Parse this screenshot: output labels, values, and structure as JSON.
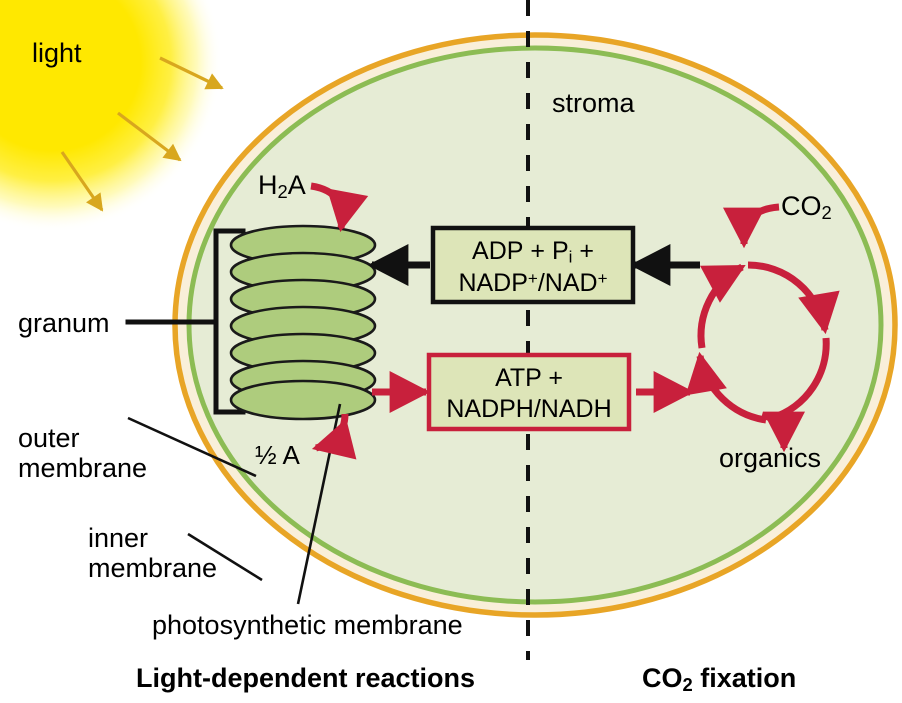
{
  "figure": {
    "title_left": "Light-dependent reactions",
    "title_right": "CO2 fixation",
    "title_right_parts": {
      "pre": "CO",
      "sub": "2",
      "post": " fixation"
    }
  },
  "sun": {
    "label": "light",
    "core_color": "#FFE800",
    "ray_color": "#D8A71E",
    "ray_count": 3
  },
  "chloroplast": {
    "outer_membrane_color": "#E8A526",
    "intermembrane_color": "#F9EFD9",
    "inner_membrane_color": "#8CBC54",
    "stroma_fill": "#E6ECD5",
    "stroma_label": "stroma"
  },
  "granum": {
    "label": "granum",
    "thylakoid_fill": "#AECC7D",
    "thylakoid_stroke": "#1A1A1A",
    "disc_count": 7
  },
  "labels": {
    "outer_membrane": "outer\nmembrane",
    "outer_membrane_line1": "outer",
    "outer_membrane_line2": "membrane",
    "inner_membrane_line1": "inner",
    "inner_membrane_line2": "membrane",
    "photosynthetic_membrane": "photosynthetic membrane"
  },
  "reactants": {
    "h2a": {
      "pre": "H",
      "sub": "2",
      "post": "A"
    },
    "half_a": "½ A",
    "co2": {
      "pre": "CO",
      "sub": "2"
    },
    "organics": "organics"
  },
  "boxes": [
    {
      "id": "adp-box",
      "border_color": "#111111",
      "fill": "#DDE5B8",
      "line1": {
        "segments": [
          {
            "t": "ADP + P",
            "kind": "plain"
          },
          {
            "t": "i",
            "kind": "sub"
          },
          {
            "t": " +",
            "kind": "plain"
          }
        ]
      },
      "line2": {
        "segments": [
          {
            "t": "NADP",
            "kind": "plain"
          },
          {
            "t": "+",
            "kind": "sup"
          },
          {
            "t": "/NAD",
            "kind": "plain"
          },
          {
            "t": "+",
            "kind": "sup"
          }
        ]
      },
      "line1_plain": "ADP + Pi +",
      "line2_plain": "NADP+/NAD+"
    },
    {
      "id": "atp-box",
      "border_color": "#C8203C",
      "fill": "#DDE5B8",
      "line1_plain": "ATP +",
      "line2_plain": "NADPH/NADH"
    }
  ],
  "cycle": {
    "name": "calvin-cycle",
    "color": "#C8203C",
    "direction": "clockwise"
  },
  "colors": {
    "red": "#C8203C",
    "black": "#111111",
    "orange": "#E8A526",
    "green": "#8CBC54",
    "yellow": "#FFE800"
  },
  "divider": {
    "style": "dashed",
    "color": "#111111"
  }
}
